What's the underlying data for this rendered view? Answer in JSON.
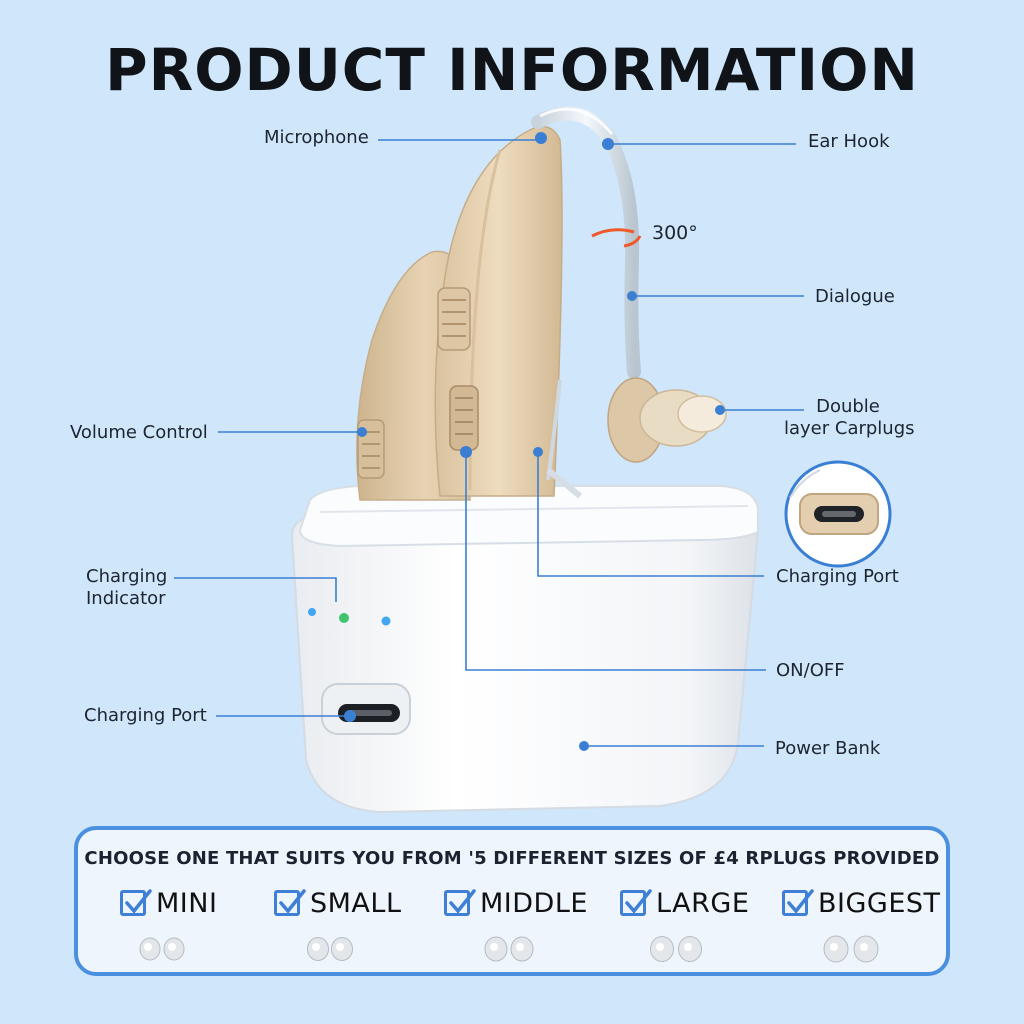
{
  "title": "PRODUCT INFORMATION",
  "labels": {
    "microphone": "Microphone",
    "ear_hook": "Ear Hook",
    "angle": "300°",
    "dialogue": "Dialogue",
    "double_line1": "Double",
    "double_line2": "layer Carplugs",
    "volume_control": "Volume Control",
    "charging_indicator_line1": "Charging",
    "charging_indicator_line2": "Indicator",
    "charging_port_right": "Charging Port",
    "on_off": "ON/OFF",
    "charging_port_left": "Charging Port",
    "power_bank": "Power Bank"
  },
  "sizes": {
    "heading": "CHOOSE ONE THAT SUITS YOU FROM '5 DIFFERENT SIZES OF £4 RPLUGS PROVIDED",
    "items": [
      {
        "label": "MINI"
      },
      {
        "label": "SMALL"
      },
      {
        "label": "MIDDLE"
      },
      {
        "label": "LARGE"
      },
      {
        "label": "BIGGEST"
      }
    ]
  },
  "colors": {
    "background": "#cfe6fb",
    "accent": "#4b8fe0",
    "leader": "#3a7fd3",
    "device_beige": "#e6d3b3",
    "case_white": "#f7f8fa",
    "indicator_green": "#3ec46d",
    "indicator_blue": "#43a6f0",
    "angle_mark": "#f05a2a"
  }
}
